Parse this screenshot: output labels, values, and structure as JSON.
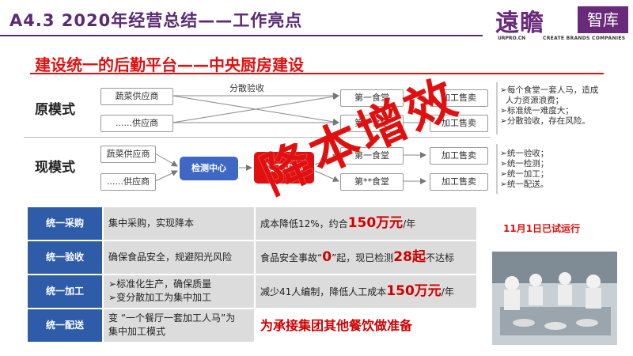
{
  "header": {
    "title": "A4.3  2020年经营总结——工作亮点"
  },
  "logo": {
    "cn_main": "遠瞻",
    "cn_box": "智库",
    "sub_left": "URPRO.CN",
    "sub_right": "CREATE BRANDS COMPANIES"
  },
  "subtitle": "建设统一的后勤平台——中央厨房建设",
  "original_model": {
    "label": "原模式",
    "dispersed_label": "分散验收",
    "supplier_1": "蔬菜供应商",
    "supplier_2": "......供应商",
    "canteen_1": "第一食堂",
    "canteen_2": "第**食堂",
    "sales_1": "加工售卖",
    "sales_2": "加工售卖",
    "notes": [
      "每个食堂一套人马，造成",
      "人力资源浪费；",
      "标准统一难度大；",
      "分散验收，存在风险。"
    ]
  },
  "current_model": {
    "label": "现模式",
    "supplier_1": "蔬菜供应商",
    "supplier_2": "......供应商",
    "detect_center": "检测中心",
    "process_center": "加工中心",
    "canteen_1": "第一食堂",
    "canteen_2": "第**食堂",
    "sales_1": "加工售卖",
    "sales_2": "加工售卖",
    "notes": [
      "统一验收；",
      "统一检测；",
      "统一加工；",
      "统一配送。"
    ]
  },
  "stamp": "降本增效",
  "table": [
    {
      "head": "统一采购",
      "desc": "集中采购，实现降本",
      "res_pre": "成本降低12%，约合",
      "res_big": "150万元",
      "res_post": "/年"
    },
    {
      "head": "统一验收",
      "desc": "确保食品安全，规避阳光风险",
      "res_pre": "食品安全事故“",
      "res_big": "0",
      "res_mid": "”起，现已检测",
      "res_big2": "28起",
      "res_post": "不达标"
    },
    {
      "head": "统一加工",
      "desc_lines": [
        "标准化生产，确保质量",
        "变分散加工为集中加工"
      ],
      "res_pre": "减少41人编制，降低人工成本",
      "res_big": "150万元",
      "res_post": "/年"
    },
    {
      "head": "统一配送",
      "desc_lines": [
        "变 “一个餐厅一套加工人马”为",
        "集中加工模式"
      ],
      "res_red": "为承接集团其他餐饮做准备"
    }
  ],
  "status_note": "11月1日已试运行",
  "colors": {
    "accent_purple": "#5b2a76",
    "accent_red": "#e01010",
    "table_blue": "#2f5ca8",
    "detect_blue": "#3f68c4"
  }
}
